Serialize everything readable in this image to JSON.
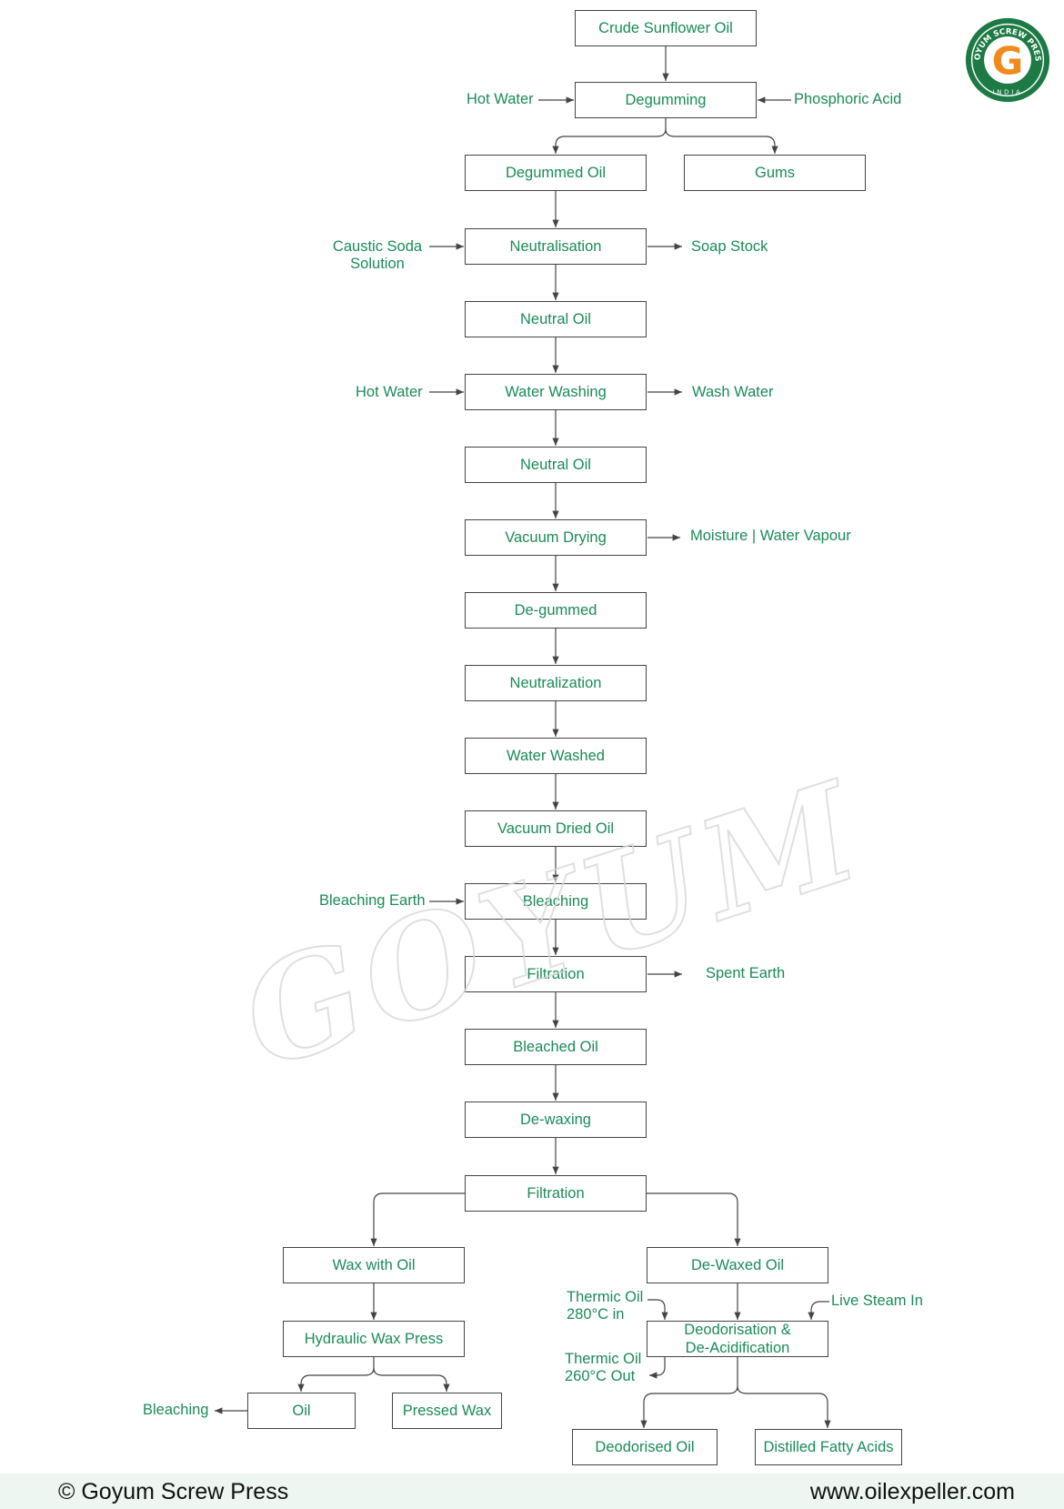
{
  "colors": {
    "text": "#1b8a5a",
    "border": "#444444",
    "footer_bg": "#edf6f0",
    "logo_green": "#1e7a45",
    "logo_orange": "#f08a1c"
  },
  "logo": {
    "text": "GOYUM SCREW PRESS",
    "country": "INDIA",
    "letter": "G"
  },
  "watermark": "GOYUM",
  "boxes": {
    "crude": "Crude Sunflower Oil",
    "degumming": "Degumming",
    "degummed_oil": "Degummed Oil",
    "gums": "Gums",
    "neutralisation": "Neutralisation",
    "neutral_oil_1": "Neutral Oil",
    "water_washing": "Water Washing",
    "neutral_oil_2": "Neutral Oil",
    "vacuum_drying": "Vacuum Drying",
    "de_gummed": "De-gummed",
    "neutralization": "Neutralization",
    "water_washed": "Water Washed",
    "vacuum_dried_oil": "Vacuum Dried Oil",
    "bleaching": "Bleaching",
    "filtration_1": "Filtration",
    "bleached_oil": "Bleached Oil",
    "de_waxing": "De-waxing",
    "filtration_2": "Filtration",
    "wax_with_oil": "Wax with Oil",
    "hydraulic_wax_press": "Hydraulic Wax Press",
    "oil": "Oil",
    "pressed_wax": "Pressed Wax",
    "de_waxed_oil": "De-Waxed Oil",
    "deodorisation_1": "Deodorisation &",
    "deodorisation_2": "De-Acidification",
    "deodorised_oil": "Deodorised Oil",
    "distilled_fatty_acids": "Distilled Fatty Acids"
  },
  "labels": {
    "hot_water_1": "Hot Water",
    "phosphoric_acid": "Phosphoric Acid",
    "caustic_1": "Caustic Soda",
    "caustic_2": "Solution",
    "soap_stock": "Soap Stock",
    "hot_water_2": "Hot Water",
    "wash_water": "Wash Water",
    "moisture": "Moisture | Water Vapour",
    "bleaching_earth": "Bleaching Earth",
    "spent_earth": "Spent Earth",
    "thermic_in_1": "Thermic Oil",
    "thermic_in_2": "280°C in",
    "live_steam": "Live Steam In",
    "thermic_out_1": "Thermic Oil",
    "thermic_out_2": "260°C Out",
    "bleaching_out": "Bleaching"
  },
  "footer": {
    "copyright": "© Goyum Screw Press",
    "website": "www.oilexpeller.com"
  }
}
